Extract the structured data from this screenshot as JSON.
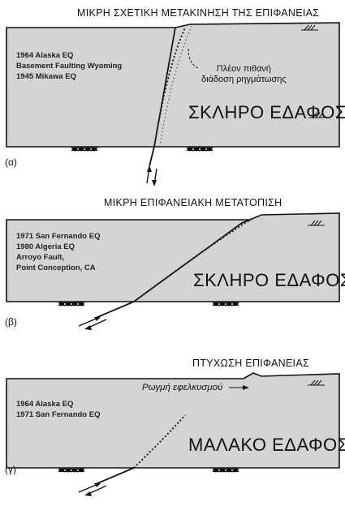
{
  "panels": [
    {
      "label": "(α)",
      "heading": "ΜΙΚΡΗ ΣΧΕΤΙΚΗ ΜΕΤΑΚΙΝΗΣΗ ΤΗΣ ΕΠΙΦΑΝΕΙΑΣ",
      "earthquakes": "1964 Alaska EQ\nBasement Faulting Wyoming\n1945 Mikawa EQ",
      "soil": "ΣΚΛΗΡΟ ΕΔΑΦΟΣ",
      "annotation": "Πλέον πιθανή\nδιάδοση ρηγμάτωσης"
    },
    {
      "label": "(β)",
      "heading": "ΜΙΚΡΗ ΕΠΙΦΑΝΕΙΑΚΗ ΜΕΤΑΤΟΠΙΣΗ",
      "earthquakes": "1971 San Fernando EQ\n1980 Algeria EQ\nArroyo Fault,\nPoint Conception, CA",
      "soil": "ΣΚΛΗΡΟ ΕΔΑΦΟΣ"
    },
    {
      "label": "(γ)",
      "heading": "ΠΤΥΧΩΣΗ ΕΠΙΦΑΝΕΙΑΣ",
      "earthquakes": "1964 Alaska EQ\n1971 San Fernando EQ",
      "soil": "ΜΑΛΑΚΟ ΕΔΑΦΟΣ",
      "annotation": "Ρωγμή εφελκυσμού"
    }
  ],
  "colors": {
    "soil_fill": "#d4d4d4",
    "line": "#111111"
  }
}
